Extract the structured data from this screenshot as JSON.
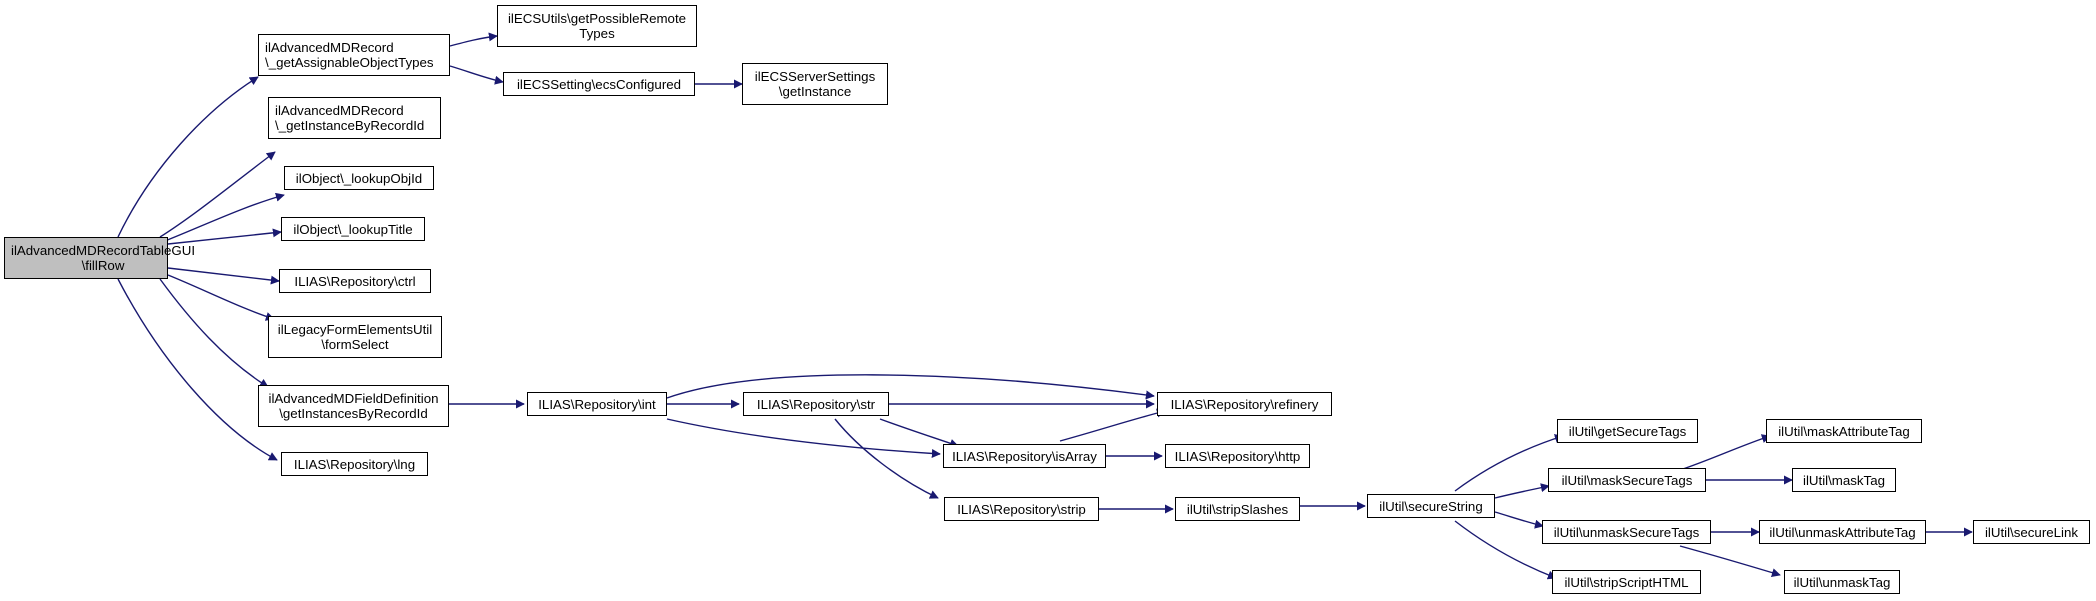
{
  "colors": {
    "edge": "#191970",
    "node_border": "#000000",
    "root_fill": "#bfbfbf",
    "node_fill": "#ffffff"
  },
  "nodes": {
    "root": {
      "line1": "ilAdvancedMDRecordTableGUI",
      "line2": "\\fillRow"
    },
    "getAssignableObjectTypes": {
      "line1": "ilAdvancedMDRecord",
      "line2": "\\_getAssignableObjectTypes"
    },
    "getPossibleRemoteTypes": {
      "line1": "ilECSUtils\\getPossibleRemote",
      "line2": "Types"
    },
    "ecsConfigured": {
      "line1": "ilECSSetting\\ecsConfigured",
      "line2": ""
    },
    "getInstance": {
      "line1": "ilECSServerSettings",
      "line2": "\\getInstance"
    },
    "getInstanceByRecordId": {
      "line1": "ilAdvancedMDRecord",
      "line2": "\\_getInstanceByRecordId"
    },
    "lookupObjId": {
      "line1": "ilObject\\_lookupObjId",
      "line2": ""
    },
    "lookupTitle": {
      "line1": "ilObject\\_lookupTitle",
      "line2": ""
    },
    "ctrl": {
      "line1": "ILIAS\\Repository\\ctrl",
      "line2": ""
    },
    "formSelect": {
      "line1": "ilLegacyFormElementsUtil",
      "line2": "\\formSelect"
    },
    "getInstancesByRecordId": {
      "line1": "ilAdvancedMDFieldDefinition",
      "line2": "\\getInstancesByRecordId"
    },
    "lng": {
      "line1": "ILIAS\\Repository\\lng",
      "line2": ""
    },
    "int": {
      "line1": "ILIAS\\Repository\\int",
      "line2": ""
    },
    "str": {
      "line1": "ILIAS\\Repository\\str",
      "line2": ""
    },
    "refinery": {
      "line1": "ILIAS\\Repository\\refinery",
      "line2": ""
    },
    "isArray": {
      "line1": "ILIAS\\Repository\\isArray",
      "line2": ""
    },
    "http": {
      "line1": "ILIAS\\Repository\\http",
      "line2": ""
    },
    "strip": {
      "line1": "ILIAS\\Repository\\strip",
      "line2": ""
    },
    "stripSlashes": {
      "line1": "ilUtil\\stripSlashes",
      "line2": ""
    },
    "secureString": {
      "line1": "ilUtil\\secureString",
      "line2": ""
    },
    "getSecureTags": {
      "line1": "ilUtil\\getSecureTags",
      "line2": ""
    },
    "maskSecureTags": {
      "line1": "ilUtil\\maskSecureTags",
      "line2": ""
    },
    "unmaskSecureTags": {
      "line1": "ilUtil\\unmaskSecureTags",
      "line2": ""
    },
    "stripScriptHTML": {
      "line1": "ilUtil\\stripScriptHTML",
      "line2": ""
    },
    "maskAttributeTag": {
      "line1": "ilUtil\\maskAttributeTag",
      "line2": ""
    },
    "maskTag": {
      "line1": "ilUtil\\maskTag",
      "line2": ""
    },
    "unmaskAttributeTag": {
      "line1": "ilUtil\\unmaskAttributeTag",
      "line2": ""
    },
    "unmaskTag": {
      "line1": "ilUtil\\unmaskTag",
      "line2": ""
    },
    "secureLink": {
      "line1": "ilUtil\\secureLink",
      "line2": ""
    }
  }
}
